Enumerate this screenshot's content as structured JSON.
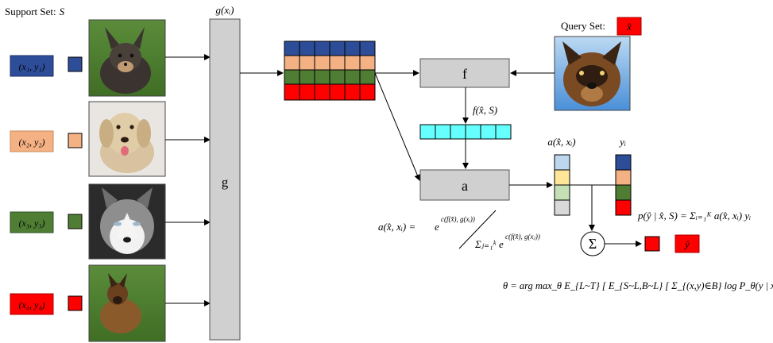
{
  "support_set_label": "Support Set:",
  "support_set_symbol": "S",
  "query_set_label": "Query Set:",
  "query_symbol": "x̂",
  "g_header": "g(xᵢ)",
  "g_label": "g",
  "f_label": "f",
  "a_label": "a",
  "f_out_label": "f(x̂, S)",
  "a_col_label": "a(x̂, xᵢ)",
  "y_col_label": "yᵢ",
  "sum_symbol": "Σ",
  "y_hat": "ŷ",
  "attention_formula": {
    "lhs": "a(x̂, xᵢ) =",
    "num_base": "e",
    "num_exp": "c(f(x̂), g(xᵢ))",
    "den_sum": "Σⱼ₌₁ᵏ",
    "den_base": "e",
    "den_exp": "c(f(x̂), g(xⱼ))"
  },
  "pred_formula": "p(ŷ | x̂, S) = Σᵢ₌₁ᴷ a(x̂, xᵢ) yᵢ",
  "theta_formula": "θ = arg max_θ E_{L~T} [ E_{S~L,B~L} [ Σ_{(x,y)∈B} log P_θ(y | x, S) ] ]",
  "support_items": [
    {
      "label": "(x₁, y₁)",
      "color": "#2e4d99",
      "photo": "chihuahua-photo"
    },
    {
      "label": "(x₂, y₂)",
      "color": "#f4b183",
      "photo": "labrador-photo"
    },
    {
      "label": "(x₃, y₃)",
      "color": "#4f7d34",
      "photo": "husky-photo"
    },
    {
      "label": "(x₄, y₄)",
      "color": "#ff0000",
      "photo": "shepherd-photo"
    }
  ],
  "colors": {
    "blue": "#2e4d99",
    "peach": "#f4b183",
    "green": "#4f7d34",
    "red": "#ff0000",
    "cyan": "#66ffff",
    "box_gray": "#d0d0d0",
    "att_light_blue": "#bdd7ee",
    "att_light_yellow": "#ffe699",
    "att_light_green": "#c5e0b4",
    "att_gray": "#d9d9d9"
  }
}
